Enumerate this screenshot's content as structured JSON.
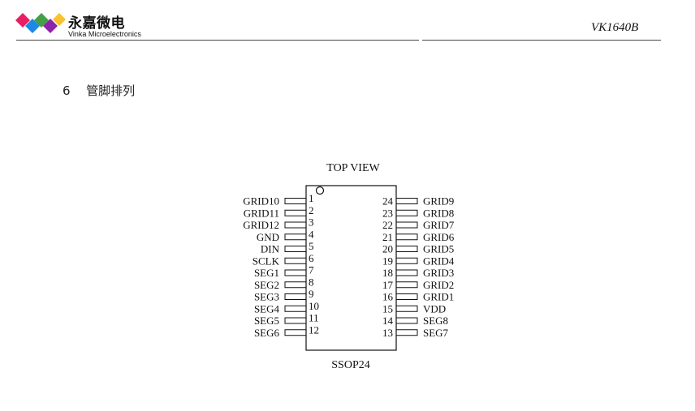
{
  "header": {
    "brand_cn": "永嘉微电",
    "brand_en": "Vinka Microelectronics",
    "doc_id": "VK1640B",
    "logo_colors": [
      "#e91e63",
      "#1e88e5",
      "#43a047",
      "#8e24aa",
      "#fbc02d"
    ]
  },
  "section": {
    "number": "6",
    "title": "管脚排列"
  },
  "diagram": {
    "top_label": "TOP VIEW",
    "package": "SSOP24",
    "left_pins": [
      {
        "num": "1",
        "name": "GRID10"
      },
      {
        "num": "2",
        "name": "GRID11"
      },
      {
        "num": "3",
        "name": "GRID12"
      },
      {
        "num": "4",
        "name": "GND"
      },
      {
        "num": "5",
        "name": "DIN"
      },
      {
        "num": "6",
        "name": "SCLK"
      },
      {
        "num": "7",
        "name": "SEG1"
      },
      {
        "num": "8",
        "name": "SEG2"
      },
      {
        "num": "9",
        "name": "SEG3"
      },
      {
        "num": "10",
        "name": "SEG4"
      },
      {
        "num": "11",
        "name": "SEG5"
      },
      {
        "num": "12",
        "name": "SEG6"
      }
    ],
    "right_pins": [
      {
        "num": "24",
        "name": "GRID9"
      },
      {
        "num": "23",
        "name": "GRID8"
      },
      {
        "num": "22",
        "name": "GRID7"
      },
      {
        "num": "21",
        "name": "GRID6"
      },
      {
        "num": "20",
        "name": "GRID5"
      },
      {
        "num": "19",
        "name": "GRID4"
      },
      {
        "num": "18",
        "name": "GRID3"
      },
      {
        "num": "17",
        "name": "GRID2"
      },
      {
        "num": "16",
        "name": "GRID1"
      },
      {
        "num": "15",
        "name": "VDD"
      },
      {
        "num": "14",
        "name": "SEG8"
      },
      {
        "num": "13",
        "name": "SEG7"
      }
    ]
  }
}
